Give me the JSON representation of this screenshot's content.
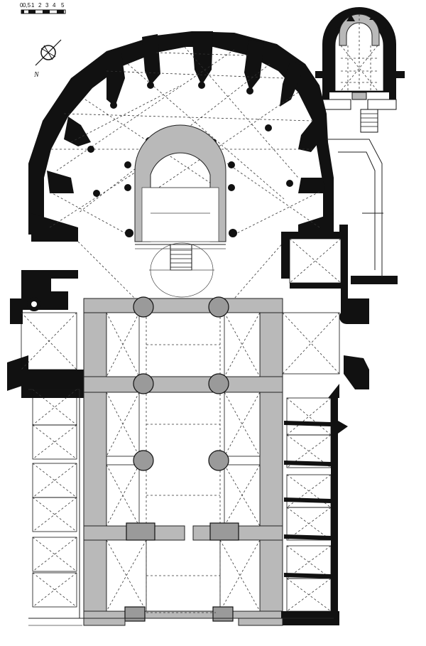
{
  "scale_bar": {
    "labels": [
      "0",
      "0,5",
      "1",
      "2",
      "3",
      "4",
      "5"
    ]
  },
  "north_arrow": {
    "label": "N"
  },
  "colors": {
    "wall": "#111111",
    "restored_fill": "#b9b9b9",
    "background": "#ffffff"
  }
}
